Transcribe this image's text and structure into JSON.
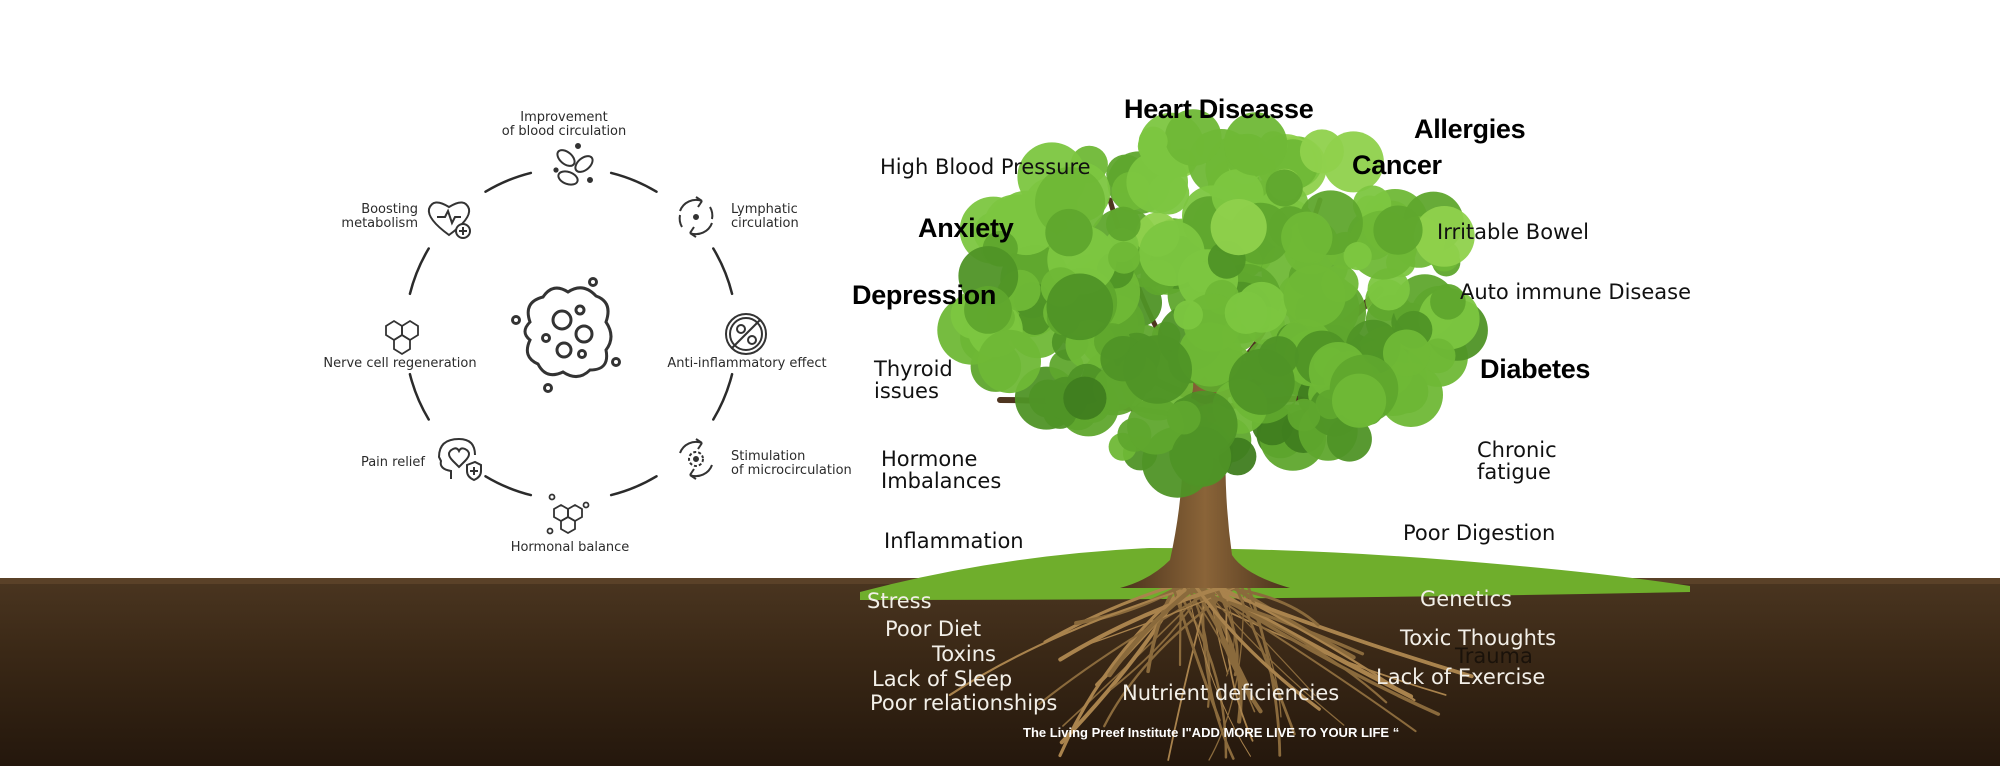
{
  "benefits_wheel": {
    "top": [
      "Improvement",
      "of blood circulation"
    ],
    "top_right": [
      "Lymphatic",
      "circulation"
    ],
    "right": "Anti-inflammatory effect",
    "bottom_right": [
      "Stimulation",
      "of microcirculation"
    ],
    "bottom": "Hormonal balance",
    "bottom_left": "Pain relief",
    "left": "Nerve cell regeneration",
    "top_left": [
      "Boosting",
      "metabolism"
    ]
  },
  "tree_symptoms": {
    "heart": "Heart Diseasse",
    "allergies": "Allergies",
    "cancer": "Cancer",
    "high_bp": "High Blood Pressure",
    "anxiety": "Anxiety",
    "ibs": "Irritable Bowel",
    "depression": "Depression",
    "autoimmune": "Auto immune Disease",
    "thyroid": [
      "Thyroid",
      "issues"
    ],
    "diabetes": "Diabetes",
    "hormone": [
      "Hormone",
      "Imbalances"
    ],
    "fatigue": [
      "Chronic",
      "fatigue"
    ],
    "inflammation": "Inflammation",
    "digestion": "Poor Digestion"
  },
  "root_causes": {
    "stress": "Stress",
    "diet": "Poor Diet",
    "toxins": "Toxins",
    "sleep": "Lack of Sleep",
    "relationships": "Poor relationships",
    "nutrients": "Nutrient deficiencies",
    "genetics": "Genetics",
    "thoughts": "Toxic Thoughts",
    "trauma": "Trauma",
    "exercise": "Lack of Exercise"
  },
  "tagline": "The Living Preef Institute I\"ADD MORE LIVE TO YOUR LIFE “",
  "colors": {
    "soil": "#3a2816",
    "grass": "#6fae2c",
    "leaf": "#5a9e2a",
    "trunk": "#6b4a2b",
    "root": "#a07a45",
    "icon": "#333333"
  }
}
